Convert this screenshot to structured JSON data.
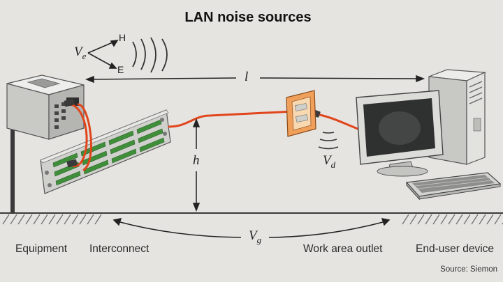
{
  "title": "LAN noise sources",
  "labels": {
    "equipment": "Equipment",
    "interconnect": "Interconnect",
    "work_area_outlet": "Work area outlet",
    "end_user_device": "End-user device",
    "source": "Source: Siemon"
  },
  "symbols": {
    "ve_main": "V",
    "ve_sub": "e",
    "h_field": "H",
    "e_field": "E",
    "length": "l",
    "height": "h",
    "vd_main": "V",
    "vd_sub": "d",
    "vg_main": "V",
    "vg_sub": "g"
  },
  "colors": {
    "background": "#e6e4e0",
    "cable": "#e0451c",
    "outline": "#333333",
    "ground_line": "#3a3a3a",
    "device_gray": "#d2d2cf",
    "panel_green": "#3f8f3a"
  }
}
